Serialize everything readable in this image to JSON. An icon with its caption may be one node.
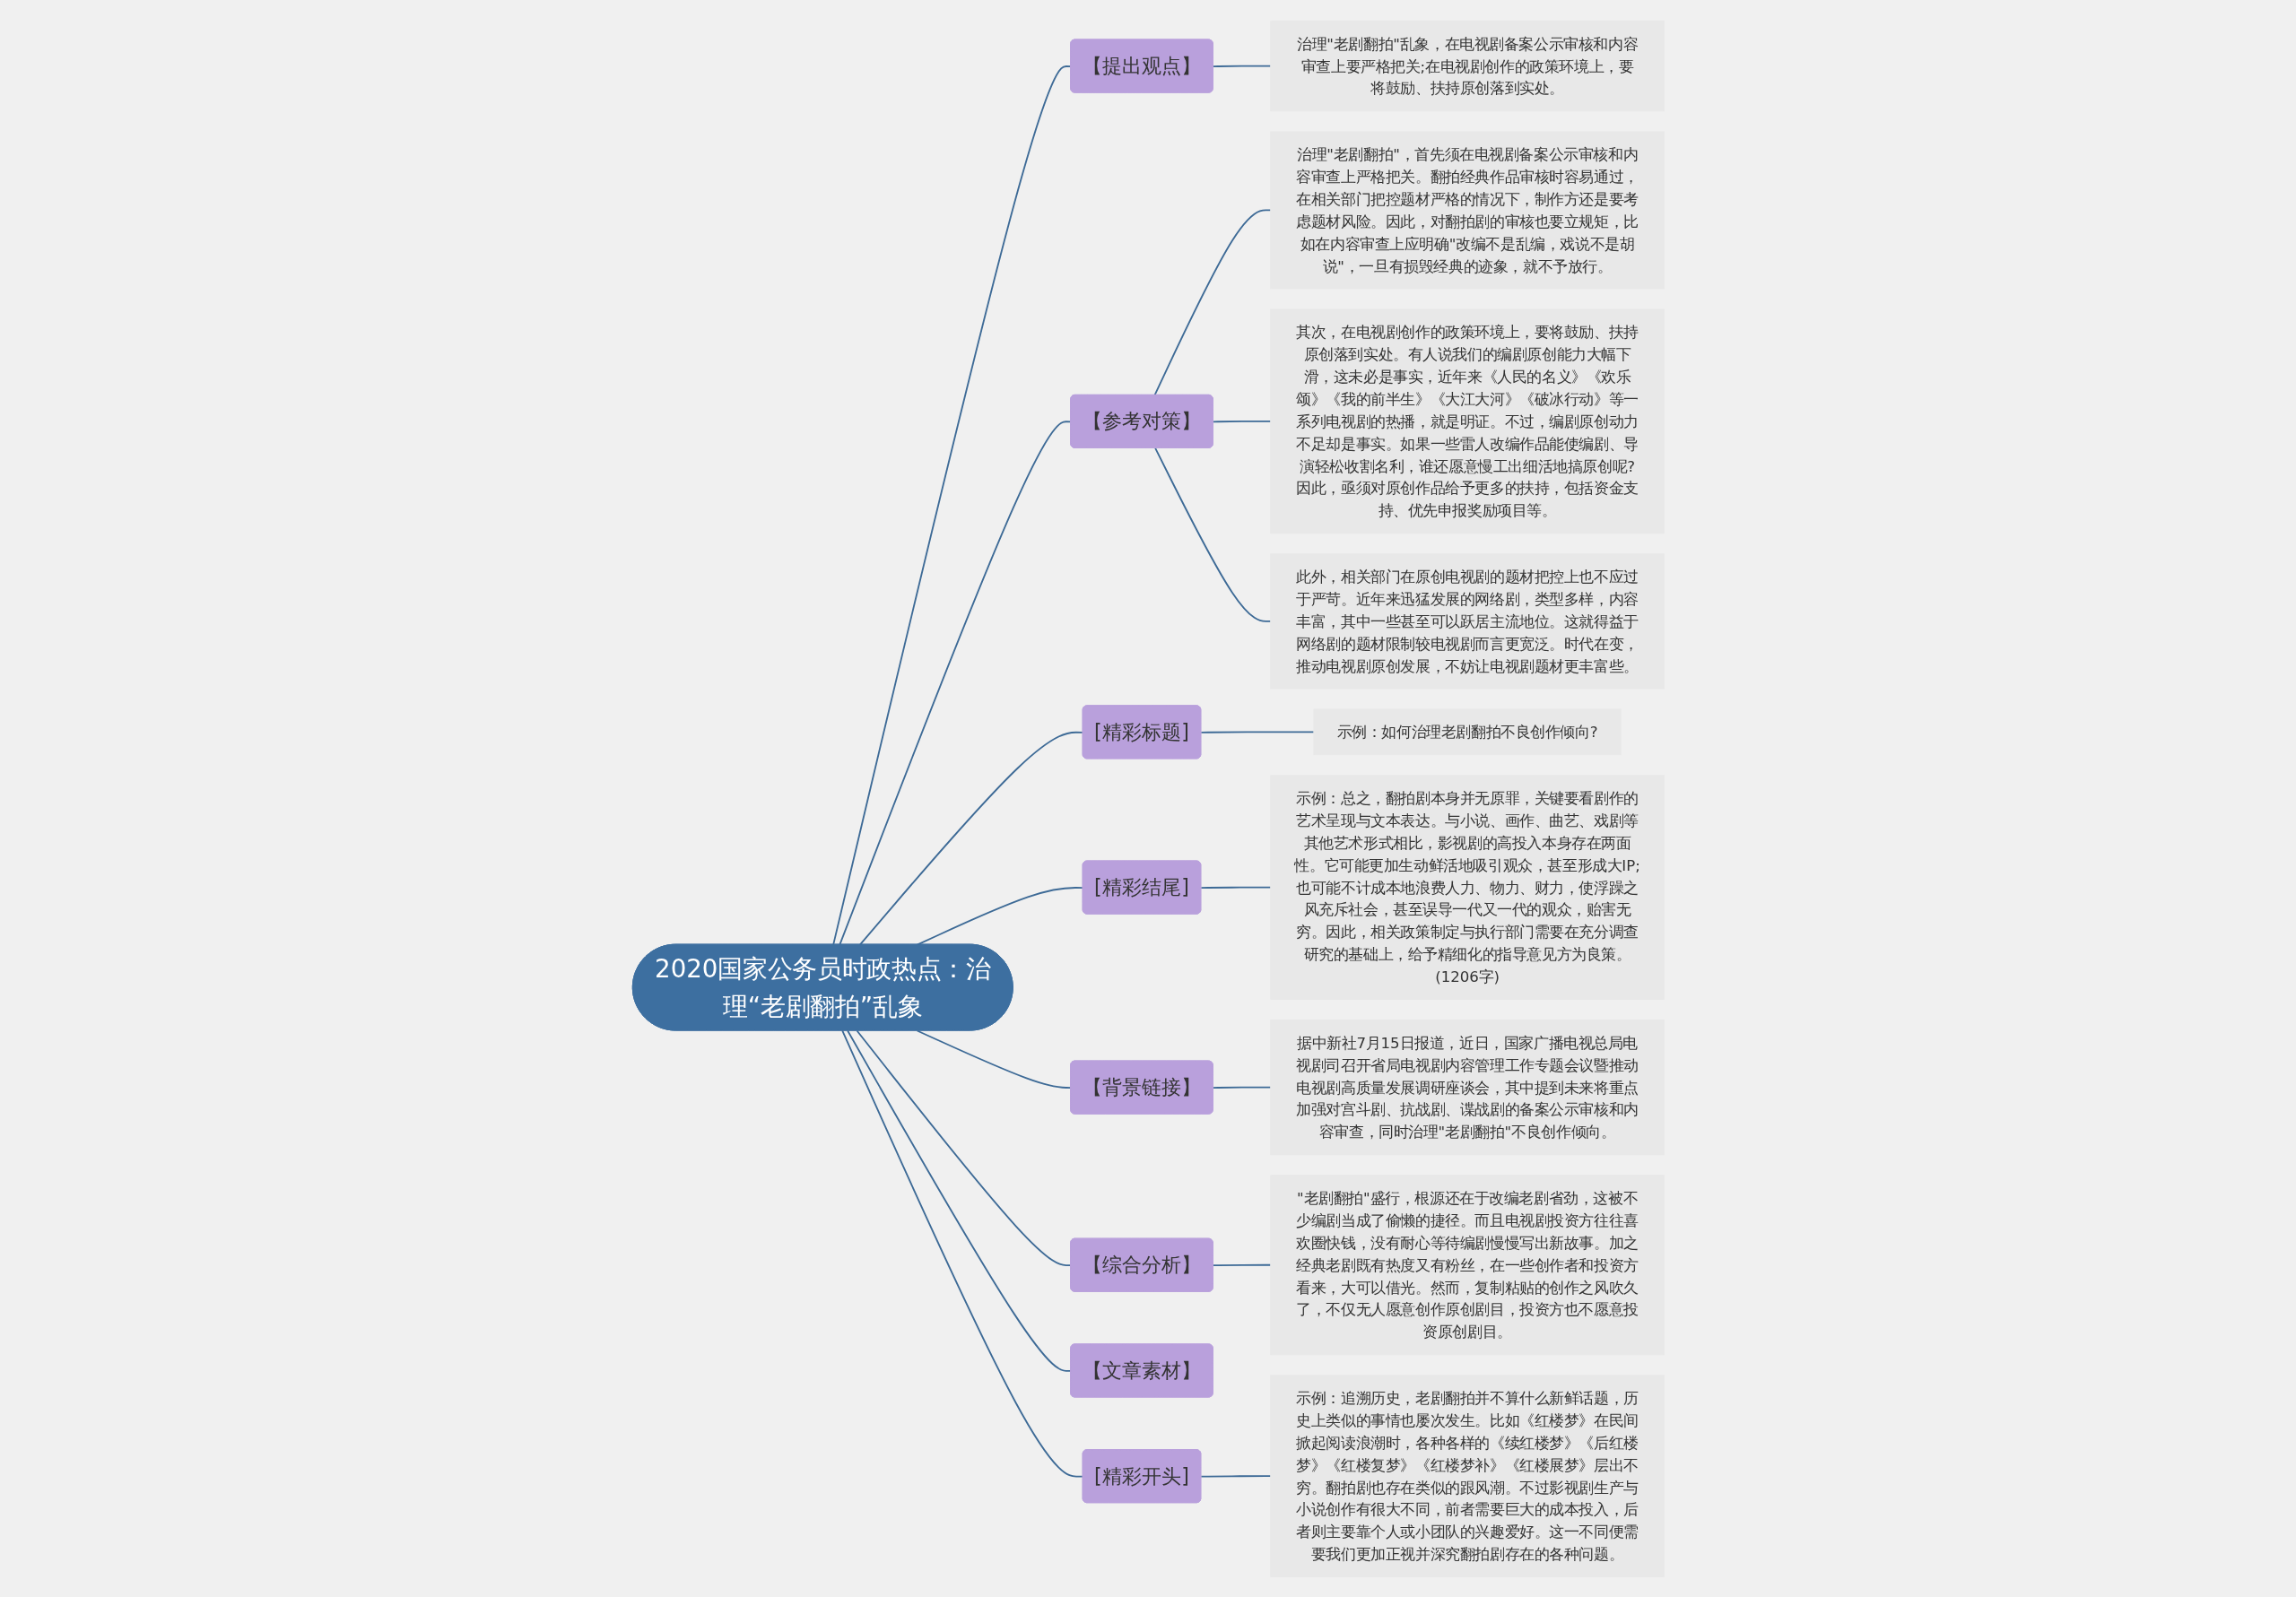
{
  "diagram": {
    "nodes": [
      {
        "text": [
          "2020国家公务员时政热点：治理“老剧翻拍”乱象"
        ]
      },
      {
        "text": [
          "【提出观点】"
        ]
      },
      {
        "text": [
          "治理\"老剧翻拍\"乱象，在电视剧备案公示审核和内容审查上要严格把关;在电视剧创作的政策环境上，要将鼓励、扶持原创落到实处。"
        ]
      },
      {
        "text": [
          "【参考对策】"
        ]
      },
      {
        "text": [
          "治理\"老剧翻拍\"，首先须在电视剧备案公示审核和内容审查上严格把关。翻拍经典作品审核时容易通过，在相关部门把控题材严格的情况下，制作方还是要考虑题材风险。因此，对翻拍剧的审核也要立规矩，比如在内容审查上应明确\"改编不是乱编，戏说不是胡说\"，一旦有损毁经典的迹象，就不予放行。"
        ]
      },
      {
        "text": [
          "其次，在电视剧创作的政策环境上，要将鼓励、扶持原创落到实处。有人说我们的编剧原创能力大幅下滑，这未必是事实，近年来《人民的名义》《欢乐颂》《我的前半生》《大江大河》《破冰行动》等一系列电视剧的热播，就是明证。不过，编剧原创动力不足却是事实。如果一些雷人改编作品能使编剧、导演轻松收割名利，谁还愿意慢工出细活地搞原创呢?因此，亟须对原创作品给予更多的扶持，包括资金支持、优先申报奖励项目等。"
        ]
      },
      {
        "text": [
          "此外，相关部门在原创电视剧的题材把控上也不应过于严苛。近年来迅猛发展的网络剧，类型多样，内容丰富，其中一些甚至可以跃居主流地位。这就得益于网络剧的题材限制较电视剧而言更宽泛。时代在变，推动电视剧原创发展，不妨让电视剧题材更丰富些。"
        ]
      },
      {
        "text": [
          "[精彩标题]"
        ]
      },
      {
        "text": [
          "示例：如何治理老剧翻拍不良创作倾向?"
        ]
      },
      {
        "text": [
          "[精彩结尾]"
        ]
      },
      {
        "text": [
          "示例：总之，翻拍剧本身并无原罪，关键要看剧作的艺术呈现与文本表达。与小说、画作、曲艺、戏剧等其他艺术形式相比，影视剧的高投入本身存在两面性。它可能更加生动鲜活地吸引观众，甚至形成大IP;也可能不计成本地浪费人力、物力、财力，使浮躁之风充斥社会，甚至误导一代又一代的观众，贻害无穷。因此，相关政策制定与执行部门需要在充分调查研究的基础上，给予精细化的指导意见方为良策。(1206字)"
        ]
      },
      {
        "text": [
          "【背景链接】"
        ]
      },
      {
        "text": [
          "据中新社7月15日报道，近日，国家广播电视总局电视剧司召开省局电视剧内容管理工作专题会议暨推动电视剧高质量发展调研座谈会，其中提到未来将重点加强对宫斗剧、抗战剧、谍战剧的备案公示审核和内容审查，同时治理\"老剧翻拍\"不良创作倾向。"
        ]
      },
      {
        "text": [
          "【综合分析】"
        ]
      },
      {
        "text": [
          "\"老剧翻拍\"盛行，根源还在于改编老剧省劲，这被不少编剧当成了偷懒的捷径。而且电视剧投资方往往喜欢圈快钱，没有耐心等待编剧慢慢写出新故事。加之经典老剧既有热度又有粉丝，在一些创作者和投资方看来，大可以借光。然而，复制粘贴的创作之风吹久了，不仅无人愿意创作原创剧目，投资方也不愿意投资原创剧目。"
        ]
      },
      {
        "text": [
          "【文章素材】"
        ]
      },
      {
        "text": [
          "[精彩开头]"
        ]
      },
      {
        "text": [
          "示例：追溯历史，老剧翻拍并不算什么新鲜话题，历史上类似的事情也屡次发生。比如《红楼梦》在民间掀起阅读浪潮时，各种各样的《续红楼梦》《后红楼梦》《红楼复梦》《红楼梦补》《红楼展梦》层出不穷。翻拍剧也存在类似的跟风潮。不过影视剧生产与小说创作有很大不同，前者需要巨大的成本投入，后者则主要靠个人或小团队的兴趣爱好。这一不同便需要我们更加正视并深究翻拍剧存在的各种问题。"
        ]
      }
    ],
    "edges": [
      {
        "from": 0,
        "to": 1,
        "arrow": "none"
      },
      {
        "from": 1,
        "to": 2,
        "arrow": "none"
      },
      {
        "from": 0,
        "to": 3,
        "arrow": "none"
      },
      {
        "from": 3,
        "to": 4,
        "arrow": "none"
      },
      {
        "from": 3,
        "to": 5,
        "arrow": "none"
      },
      {
        "from": 3,
        "to": 6,
        "arrow": "none"
      },
      {
        "from": 0,
        "to": 7,
        "arrow": "none"
      },
      {
        "from": 7,
        "to": 8,
        "arrow": "none"
      },
      {
        "from": 0,
        "to": 9,
        "arrow": "none"
      },
      {
        "from": 9,
        "to": 10,
        "arrow": "none"
      },
      {
        "from": 0,
        "to": 11,
        "arrow": "none"
      },
      {
        "from": 11,
        "to": 12,
        "arrow": "none"
      },
      {
        "from": 0,
        "to": 13,
        "arrow": "none"
      },
      {
        "from": 13,
        "to": 14,
        "arrow": "none"
      },
      {
        "from": 0,
        "to": 15,
        "arrow": "none"
      },
      {
        "from": 0,
        "to": 16,
        "arrow": "none"
      },
      {
        "from": 16,
        "to": 17,
        "arrow": "none"
      }
    ]
  }
}
